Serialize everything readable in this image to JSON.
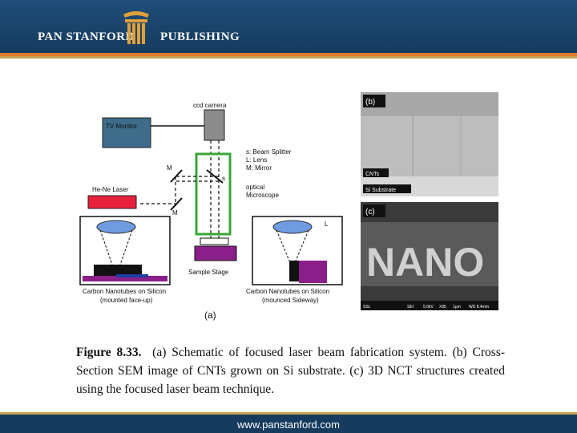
{
  "header": {
    "brand_left": "PAN STANFORD",
    "brand_right": "PUBLISHING"
  },
  "figure": {
    "schematic": {
      "ccd_camera": "ccd camera",
      "tv_monitor": "TV Monitor",
      "legend_bs": "s: Beam Splitter",
      "legend_l": "L: Lens",
      "legend_m": "M: Mirror",
      "mirror_top": "M",
      "mirror_bottom": "M",
      "beam_splitter": "s",
      "laser": "He-Ne Laser",
      "optical": "optical",
      "microscope": "Microscope",
      "lens_label": "L",
      "sample_stage": "Sample Stage",
      "left_caption_1": "Carbon Nanotubes on Silicon",
      "left_caption_2": "(mounted face-up)",
      "right_caption_1": "Carbon Nanotubes on Silicon",
      "right_caption_2": "(mounced Sideway)",
      "panel_a": "(a)"
    },
    "sem_b": {
      "panel": "(b)",
      "label_cnts": "CNTs",
      "label_si": "Si Substrate"
    },
    "sem_c": {
      "panel": "(c)",
      "word": "NANO",
      "info_bar": [
        "SSL",
        "SEI",
        "5.0kV",
        "X95",
        "1μm",
        "WD 8.4mm"
      ]
    }
  },
  "caption": {
    "label": "Figure 8.33.",
    "text": "(a) Schematic of focused laser beam fabrication system. (b) Cross-Section SEM image of CNTs grown on Si substrate. (c) 3D NCT structures created using the focused laser beam technique."
  },
  "footer": {
    "url": "www.panstanford.com"
  },
  "colors": {
    "header_bg": "#1f4e79",
    "accent_orange": "#e07b2a",
    "accent_gold": "#c9a35a",
    "monitor": "#3d6d8a",
    "laser": "#e8203a",
    "microscope_outline": "#3aa63a",
    "stage": "#8a1f8a",
    "lens": "#6f9be0"
  }
}
